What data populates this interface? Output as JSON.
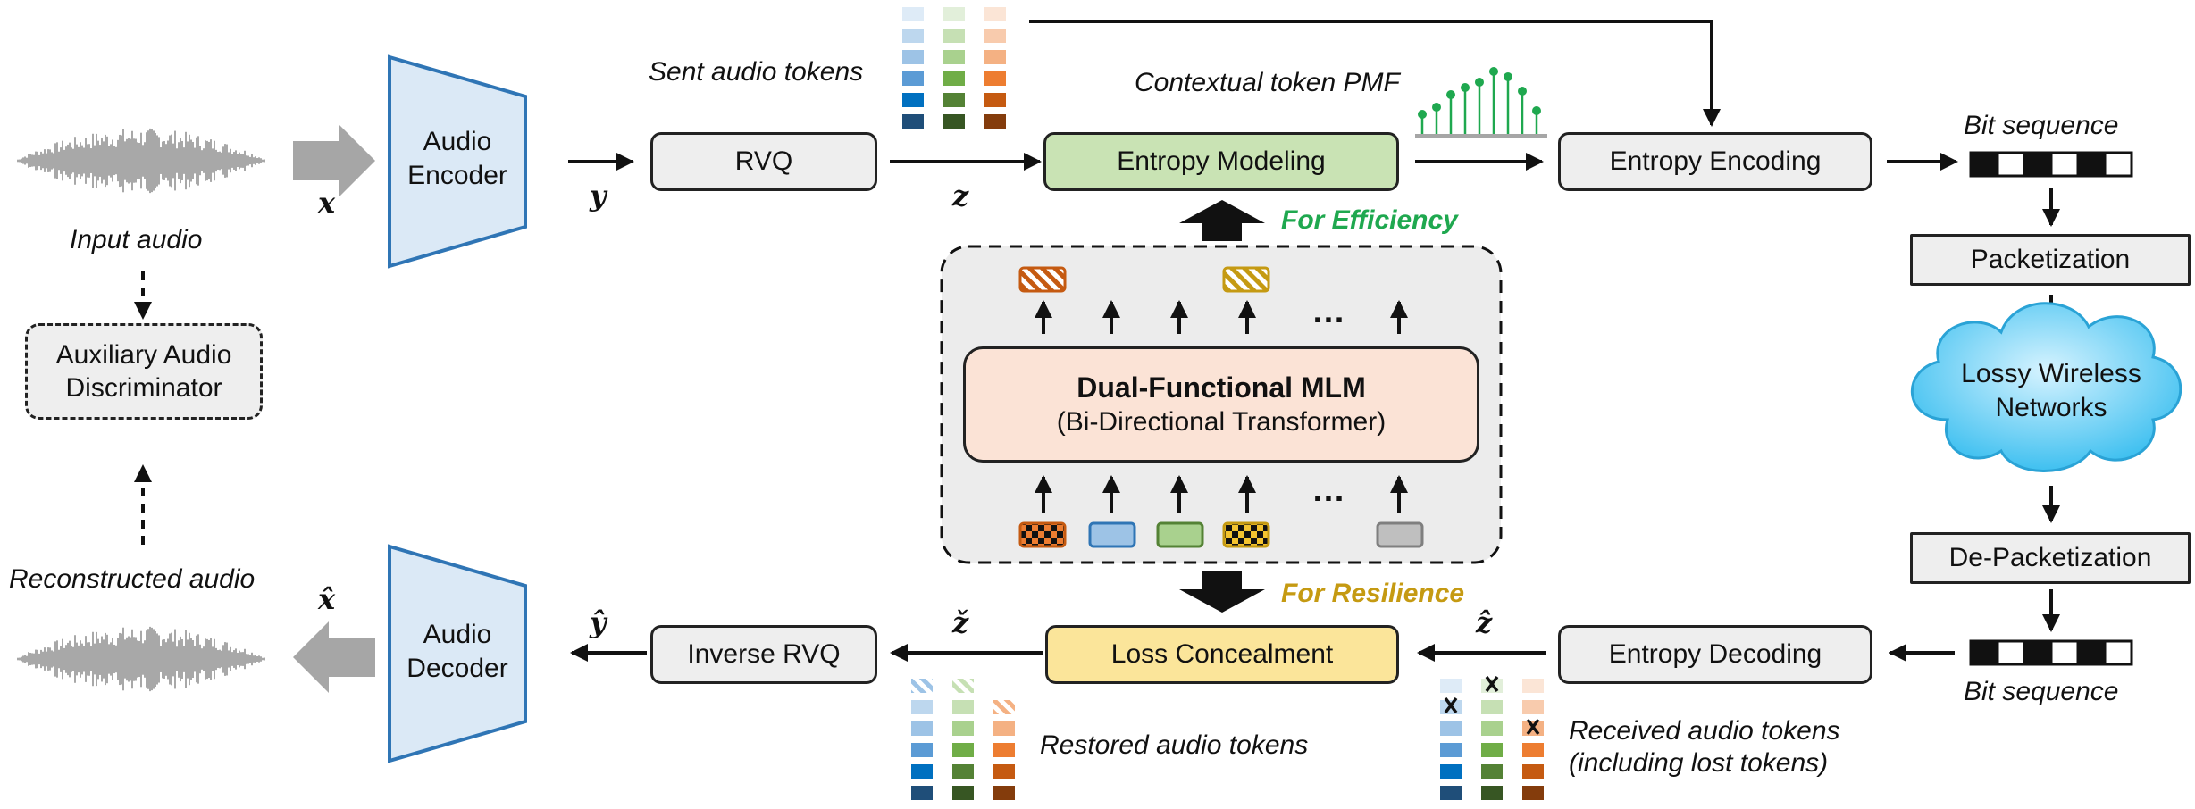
{
  "labels": {
    "input_audio": "Input audio",
    "reconstructed_audio": "Reconstructed audio",
    "sent_tokens": "Sent audio tokens",
    "contextual_pmf": "Contextual token PMF",
    "bit_sequence_top": "Bit sequence",
    "bit_sequence_bottom": "Bit sequence",
    "restored_tokens": "Restored audio tokens",
    "received_tokens_line1": "Received audio tokens",
    "received_tokens_line2": "(including lost tokens)",
    "for_efficiency": "For Efficiency",
    "for_resilience": "For Resilience",
    "ellipsis_top": "…",
    "ellipsis_bottom": "…"
  },
  "math": {
    "x": "x",
    "y": "y",
    "z": "z",
    "x_hat": "x̂",
    "y_hat": "ŷ",
    "z_hat": "ẑ",
    "z_check": "ž"
  },
  "blocks": {
    "audio_encoder_l1": "Audio",
    "audio_encoder_l2": "Encoder",
    "audio_decoder_l1": "Audio",
    "audio_decoder_l2": "Decoder",
    "rvq": "RVQ",
    "entropy_modeling": "Entropy Modeling",
    "entropy_encoding": "Entropy Encoding",
    "packetization": "Packetization",
    "lossy_l1": "Lossy Wireless",
    "lossy_l2": "Networks",
    "depacketization": "De-Packetization",
    "entropy_decoding": "Entropy Decoding",
    "loss_concealment": "Loss Concealment",
    "inverse_rvq": "Inverse RVQ",
    "aux_disc_l1": "Auxiliary Audio",
    "aux_disc_l2": "Discriminator",
    "mlm_title": "Dual-Functional MLM",
    "mlm_subtitle": "(Bi-Directional Transformer)"
  },
  "colors": {
    "encoder_fill": "#dbe9f6",
    "encoder_stroke": "#2f75b5",
    "entropy_modeling_fill": "#c9e3b4",
    "loss_concealment_fill": "#fbe59a",
    "mlm_fill": "#fbe3d6",
    "box_fill": "#eeeeee",
    "efficiency_text": "#1fa84f",
    "resilience_text": "#c59a12",
    "pmf_green": "#1fa84f",
    "blue_tokens": [
      "#deebf7",
      "#bdd7ee",
      "#9dc3e6",
      "#5b9bd5",
      "#0070c0",
      "#1f4e79"
    ],
    "green_tokens": [
      "#e2efda",
      "#c6e0b4",
      "#a9d18e",
      "#70ad47",
      "#548235",
      "#375623"
    ],
    "orange_tokens": [
      "#fbe5d6",
      "#f8cbad",
      "#f4b183",
      "#ed7d31",
      "#c55a11",
      "#843c0c"
    ]
  },
  "icons": [
    "right-arrow-icon",
    "left-arrow-icon",
    "cloud-icon",
    "waveform-icon",
    "lost-token-x-icon",
    "masked-token-icon"
  ]
}
